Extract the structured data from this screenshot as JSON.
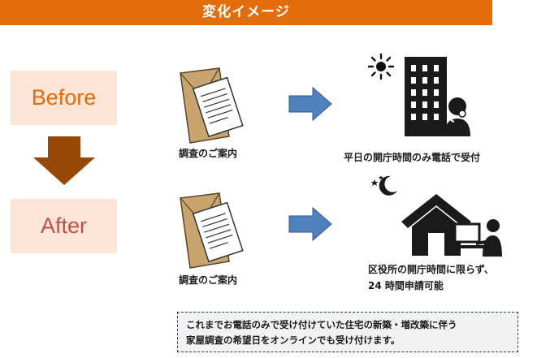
{
  "title": "変化イメージ",
  "before": {
    "label": "Before",
    "document_label": "調査のご案内",
    "result_label": "平日の開庁時間のみ電話で受付"
  },
  "after": {
    "label": "After",
    "document_label": "調査のご案内",
    "result_line1": "区役所の開庁時間に限らず、",
    "result_line2": "24 時間申請可能"
  },
  "note": {
    "line1": "これまでお電話のみで受け付けていた住宅の新築・増改築に伴う",
    "line2": "家屋調査の希望日をオンラインでも受け付けます。"
  },
  "colors": {
    "accent_orange": "#e46c0a",
    "light_peach": "#fce4d6",
    "after_red": "#c0504d",
    "arrow_blue": "#4f81bd",
    "down_arrow_brown": "#984806"
  },
  "icons": [
    "envelope-document-icon",
    "right-arrow-icon",
    "sun-icon",
    "office-building-icon",
    "phone-operator-icon",
    "moon-stars-icon",
    "house-icon",
    "pc-user-icon",
    "down-arrow-icon"
  ]
}
